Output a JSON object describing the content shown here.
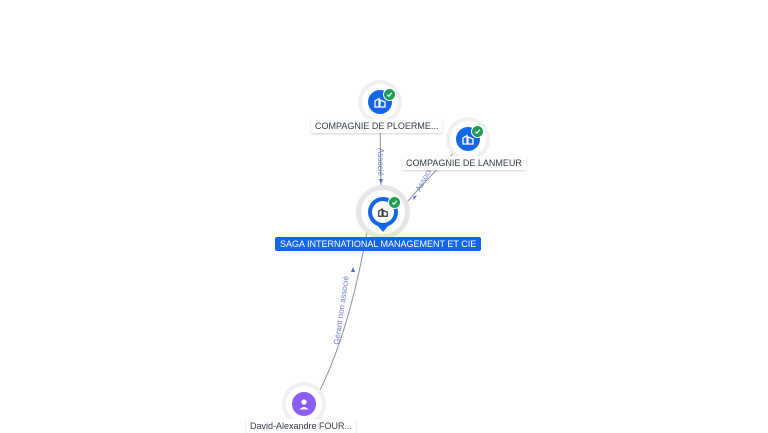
{
  "nodes": {
    "ploermel": {
      "label": "COMPAGNIE DE PLOERME...",
      "icon": "building-icon",
      "status": "verified-check-icon"
    },
    "lanmeur": {
      "label": "COMPAGNIE DE LANMEUR",
      "icon": "building-icon",
      "status": "verified-check-icon"
    },
    "saga": {
      "label": "SAGA INTERNATIONAL MANAGEMENT ET CIE",
      "icon": "building-icon",
      "status": "verified-check-icon"
    },
    "person": {
      "label": "David-Alexandre FOUR...",
      "icon": "person-icon"
    }
  },
  "edges": {
    "ploermel_saga": {
      "label": "Associé"
    },
    "lanmeur_saga": {
      "label": "Associé"
    },
    "person_saga": {
      "label": "Gérant non associé"
    }
  },
  "colors": {
    "company": "#1466e8",
    "person": "#8b5cf6",
    "verified": "#1f9d55",
    "edge_label": "#6f7fd0"
  }
}
